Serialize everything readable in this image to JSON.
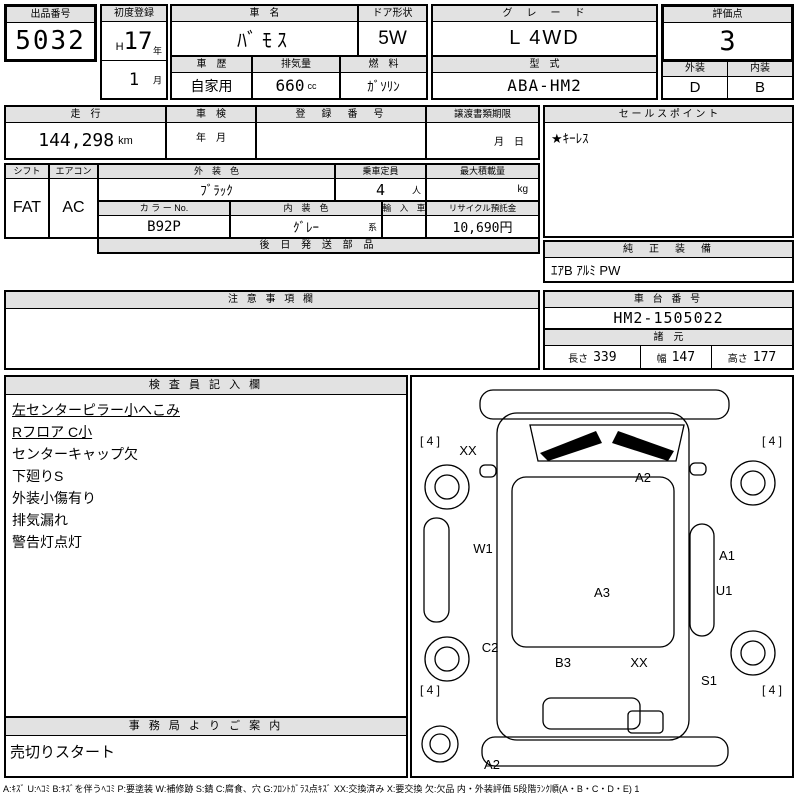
{
  "header": {
    "auction_no_label": "出品番号",
    "auction_no": "5032",
    "first_reg_label": "初度登録",
    "first_reg_era": "H",
    "first_reg_year": "17",
    "year_suffix": "年",
    "first_reg_month": "1",
    "month_suffix": "月",
    "car_name_label": "車　名",
    "car_name": "ﾊﾞﾓｽ",
    "door_label": "ドア形状",
    "door": "5W",
    "grade_label": "グ　レ　ー　ド",
    "grade": "L 4WD",
    "score_label": "評価点",
    "score": "3",
    "history_label": "車　歴",
    "history": "自家用",
    "displacement_label": "排気量",
    "displacement": "660",
    "displacement_unit": "cc",
    "fuel_label": "燃　料",
    "fuel": "ｶﾞｿﾘﾝ",
    "model_label": "型　式",
    "model": "ABA-HM2",
    "exterior_label": "外装",
    "interior_label": "内装",
    "exterior_grade": "D",
    "interior_grade": "B"
  },
  "row2": {
    "mileage_label": "走　行",
    "mileage": "144,298",
    "mileage_unit": "km",
    "inspection_label": "車　検",
    "inspection_placeholder": "年　月",
    "regno_label": "登　録　番　号",
    "transfer_label": "譲渡書類期限",
    "transfer_placeholder": "月　日",
    "sales_label": "セ ー ル ス ポ イ ン ト",
    "sales_value": "★ｷｰﾚｽ"
  },
  "row3": {
    "shift_label": "シフト",
    "shift": "FAT",
    "aircon_label": "エアコン",
    "aircon": "AC",
    "ext_color_label": "外　装　色",
    "ext_color": "ﾌﾞﾗｯｸ",
    "capacity_label": "乗車定員",
    "capacity": "4",
    "capacity_unit": "人",
    "maxload_label": "最大積載量",
    "maxload_unit": "kg",
    "color_no_label": "カ ラ ー No.",
    "color_no": "B92P",
    "int_color_label": "内　装　色",
    "int_color": "ｸﾞﾚｰ",
    "int_color_suffix": "系",
    "import_label": "輸　入　車",
    "recycle_label": "リサイクル預託金",
    "recycle_value": "10,690円",
    "later_parts_label": "後 日 発 送 部 品",
    "genuine_label": "純　正　装　備",
    "genuine_value": "ｴｱB ｱﾙﾐ PW"
  },
  "notes": {
    "label": "注 意 事 項 欄",
    "chassis_label": "車 台 番 号",
    "chassis": "HM2-1505022",
    "dims_label": "諸　元",
    "length_label": "長さ",
    "length": "339",
    "width_label": "幅",
    "width": "147",
    "height_label": "高さ",
    "height": "177"
  },
  "inspector": {
    "label": "検 査 員 記 入 欄",
    "items": [
      "左センターピラー小へこみ",
      "Rフロア C小",
      "センターキャップ欠",
      "下廻りS",
      "外装小傷有り",
      "排気漏れ",
      "警告灯点灯"
    ]
  },
  "office": {
    "label": "事 務 局 よ り ご 案 内",
    "value": "売切りスタート"
  },
  "diagram": {
    "tread": "[ 4 ]",
    "marks": [
      "XX",
      "A2",
      "W1",
      "A1",
      "A3",
      "U1",
      "C2",
      "B3",
      "XX",
      "S1",
      "A2"
    ]
  },
  "footer": "A:ｷｽﾞ U:ﾍｺﾐ B:ｷｽﾞを伴うﾍｺﾐ P:要塗装 W:補修跡 S:錆 C:腐食、穴 G:ﾌﾛﾝﾄｶﾞﾗｽ点ｷｽﾞ XX:交換済み X:要交換 欠:欠品 内・外装評価 5段階ﾗﾝｸ順(A・B・C・D・E) 1"
}
